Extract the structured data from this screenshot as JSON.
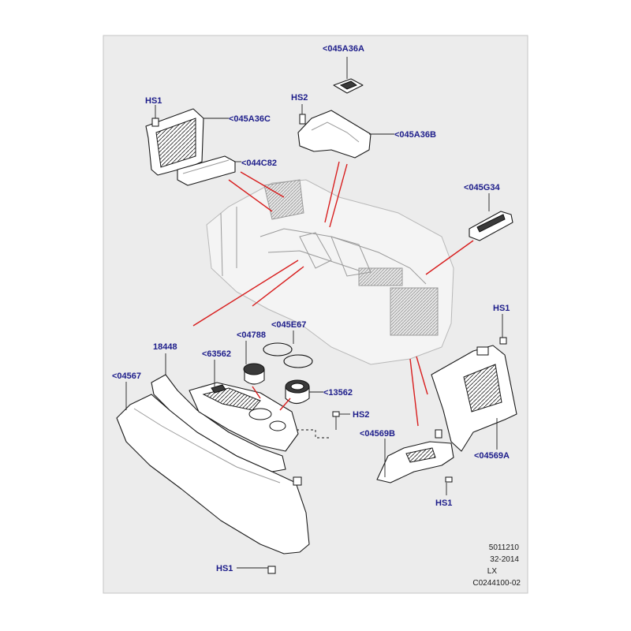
{
  "callouts": {
    "c045A36A": "<045A36A",
    "hs2_top": "HS2",
    "hs1_topleft": "HS1",
    "c045A36C": "<045A36C",
    "c045A36B": "<045A36B",
    "c044C82": "<044C82",
    "c045G34": "<045G34",
    "hs1_right": "HS1",
    "c04788": "<04788",
    "c045E67": "<045E67",
    "c18448": "18448",
    "c63562": "<63562",
    "c04567": "<04567",
    "c13562": "<13562",
    "hs2_mid": "HS2",
    "c04569B": "<04569B",
    "c04569A": "<04569A",
    "hs1_bottomright": "HS1",
    "hs1_bottom": "HS1"
  },
  "reference": {
    "line1": "5011210",
    "line2": "32-2014",
    "line3": "LX",
    "line4": "C0244100-02"
  },
  "colors": {
    "callout_text": "#1c1c8a",
    "indicator_lines": "#d81e1e",
    "background_panel": "#ececec"
  }
}
